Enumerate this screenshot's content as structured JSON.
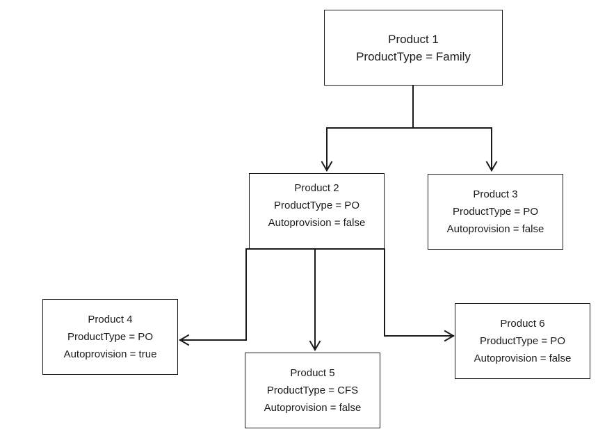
{
  "nodes": {
    "product1": {
      "title": "Product 1",
      "type": "ProductType = Family"
    },
    "product2": {
      "title": "Product 2",
      "type": "ProductType = PO",
      "auto": "Autoprovision = false"
    },
    "product3": {
      "title": "Product 3",
      "type": "ProductType = PO",
      "auto": "Autoprovision = false"
    },
    "product4": {
      "title": "Product 4",
      "type": "ProductType = PO",
      "auto": "Autoprovision = true"
    },
    "product5": {
      "title": "Product 5",
      "type": "ProductType = CFS",
      "auto": "Autoprovision = false"
    },
    "product6": {
      "title": "Product 6",
      "type": "ProductType = PO",
      "auto": "Autoprovision = false"
    }
  },
  "colors": {
    "line": "#1a1a1a",
    "box_border": "#1a1a1a",
    "background": "#ffffff"
  }
}
